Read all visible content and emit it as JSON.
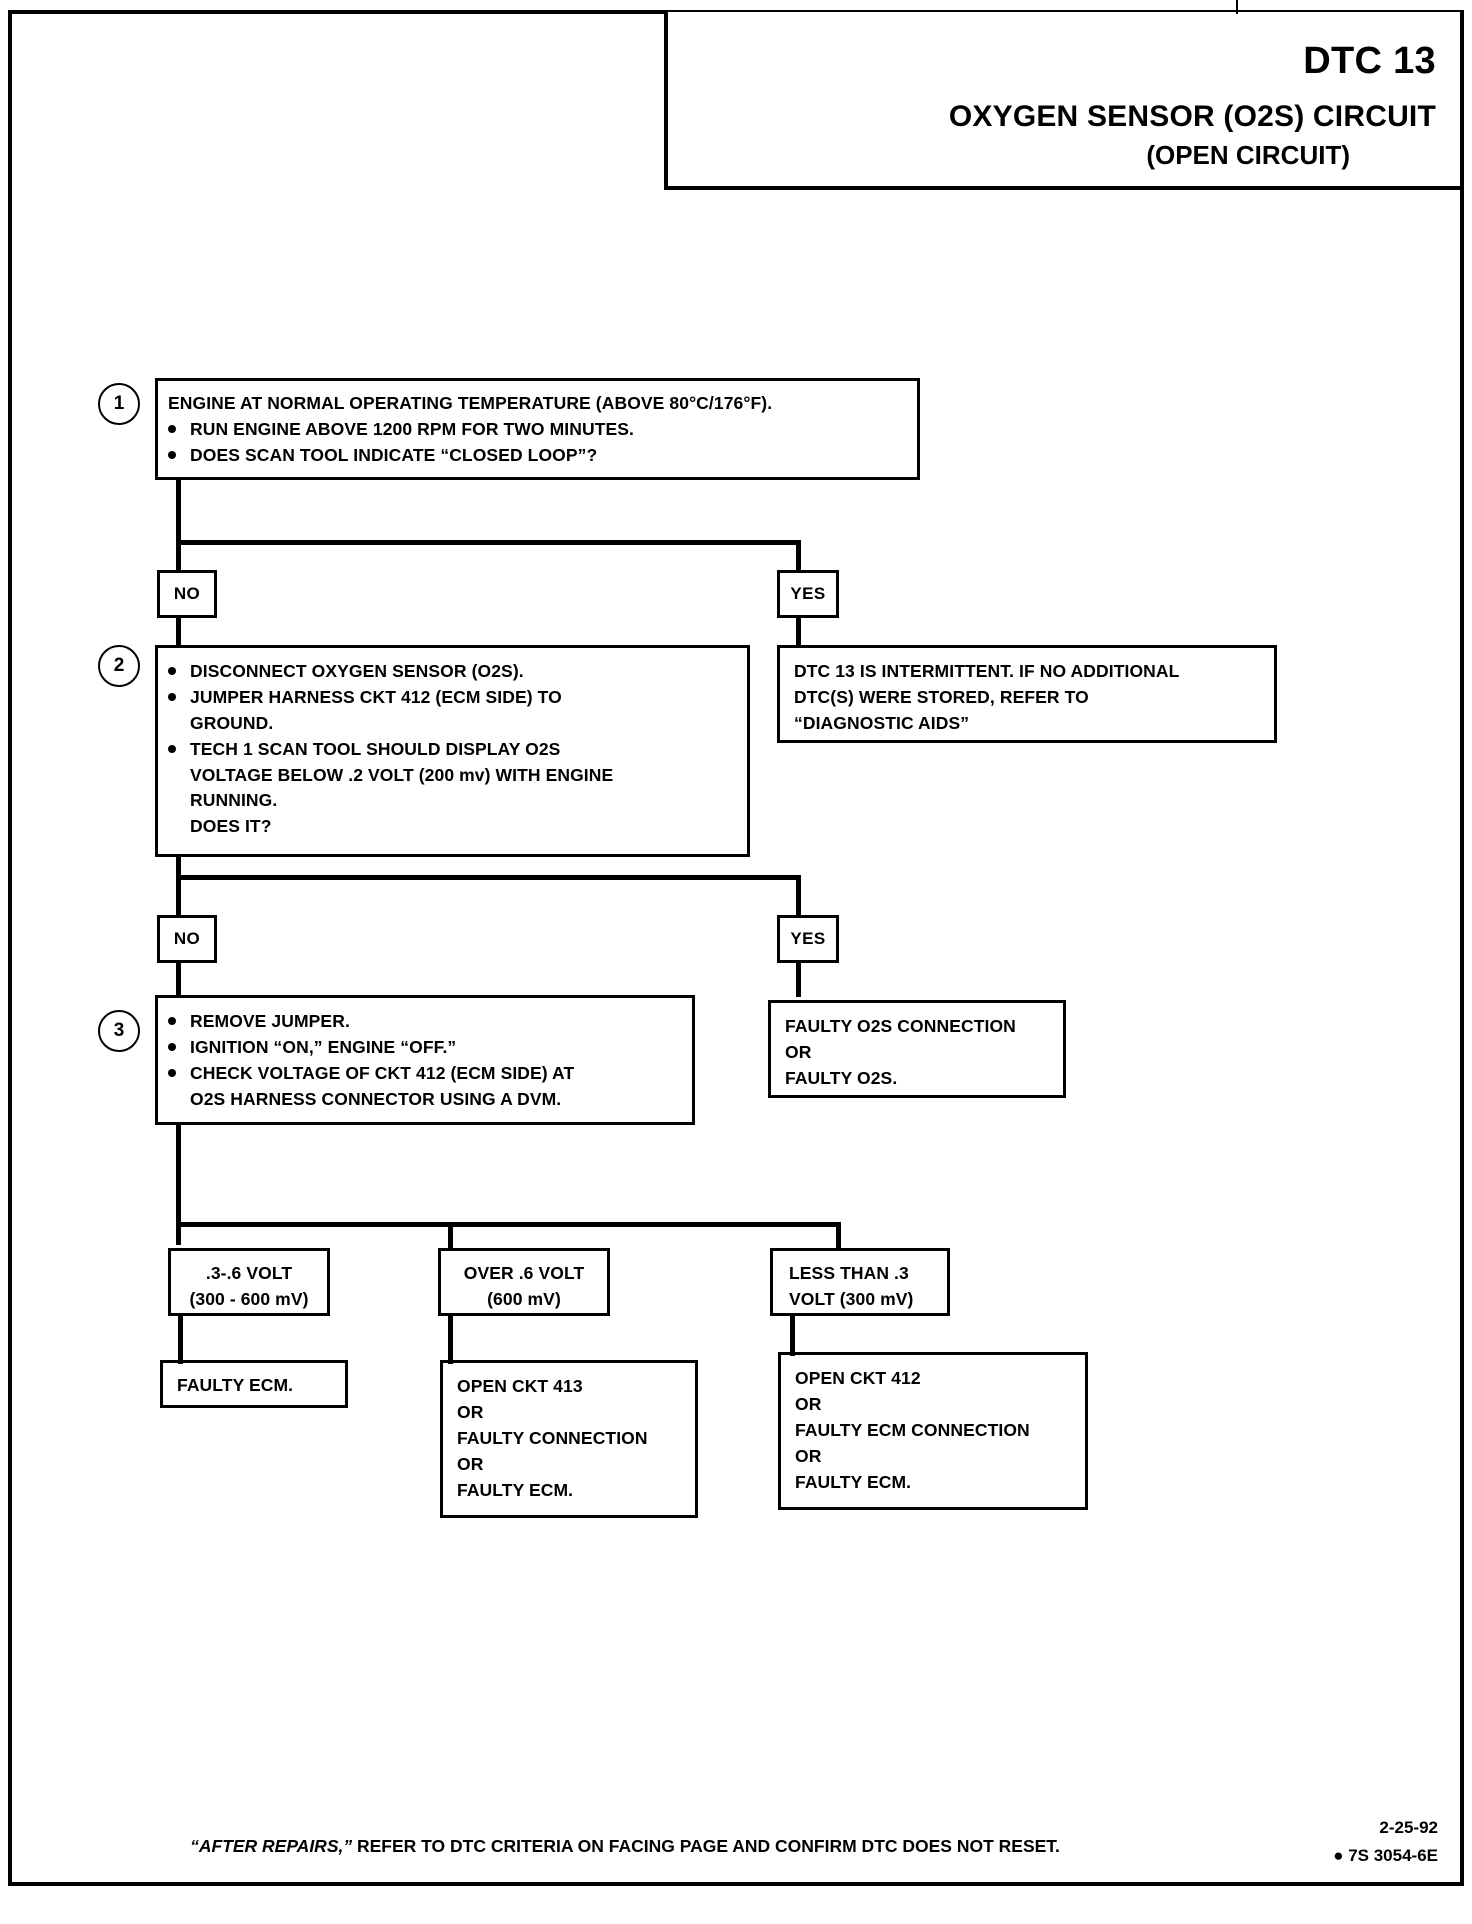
{
  "header": {
    "dtc_title": "DTC 13",
    "circuit_title": "OXYGEN SENSOR (O2S) CIRCUIT",
    "circuit_subtitle": "(OPEN CIRCUIT)"
  },
  "steps": {
    "one": {
      "number": "1",
      "line_1": "ENGINE AT NORMAL OPERATING TEMPERATURE (ABOVE 80°C/176°F).",
      "line_2": "RUN ENGINE ABOVE 1200 RPM FOR TWO MINUTES.",
      "line_3": "DOES  SCAN TOOL INDICATE “CLOSED LOOP”?"
    },
    "two": {
      "number": "2",
      "line_1": "DISCONNECT OXYGEN SENSOR (O2S).",
      "line_2": "JUMPER HARNESS CKT 412 (ECM SIDE) TO",
      "line_3": "GROUND.",
      "line_4": "TECH 1 SCAN TOOL SHOULD DISPLAY O2S",
      "line_5": "VOLTAGE BELOW .2  VOLT (200 mv) WITH ENGINE",
      "line_6": "RUNNING.",
      "line_7": "DOES IT?"
    },
    "three": {
      "number": "3",
      "line_1": "REMOVE JUMPER.",
      "line_2": "IGNITION “ON,”  ENGINE  “OFF.”",
      "line_3": "CHECK VOLTAGE OF CKT 412 (ECM SIDE) AT",
      "line_4": "O2S HARNESS CONNECTOR USING A DVM."
    }
  },
  "branches": {
    "no_1": "NO",
    "yes_1": "YES",
    "no_2": "NO",
    "yes_2": "YES"
  },
  "results": {
    "intermittent": {
      "line_1": "DTC 13 IS INTERMITTENT.  IF NO ADDITIONAL",
      "line_2": "DTC(S) WERE STORED, REFER TO",
      "line_3": "“DIAGNOSTIC AIDS”"
    },
    "faulty_o2s": {
      "line_1": "FAULTY O2S CONNECTION",
      "line_2": "OR",
      "line_3": "FAULTY O2S."
    },
    "volt_mid": {
      "line_1": ".3-.6 VOLT",
      "line_2": "(300 - 600 mV)"
    },
    "volt_high": {
      "line_1": "OVER  .6  VOLT",
      "line_2": "(600 mV)"
    },
    "volt_low": {
      "line_1": "LESS THAN .3",
      "line_2": "VOLT (300 mV)"
    },
    "faulty_ecm": {
      "line_1": "FAULTY ECM."
    },
    "open_413": {
      "line_1": "OPEN CKT 413",
      "line_2": "OR",
      "line_3": "FAULTY CONNECTION",
      "line_4": "OR",
      "line_5": "FAULTY ECM."
    },
    "open_412": {
      "line_1": "OPEN CKT  412",
      "line_2": "OR",
      "line_3": "FAULTY ECM CONNECTION",
      "line_4": "OR",
      "line_5": "FAULTY ECM."
    }
  },
  "footer": {
    "note_italic": "“AFTER REPAIRS,”",
    "note_rest": " REFER TO DTC CRITERIA ON FACING PAGE AND CONFIRM DTC DOES NOT RESET.",
    "date": "2-25-92",
    "code": "● 7S 3054-6E"
  }
}
